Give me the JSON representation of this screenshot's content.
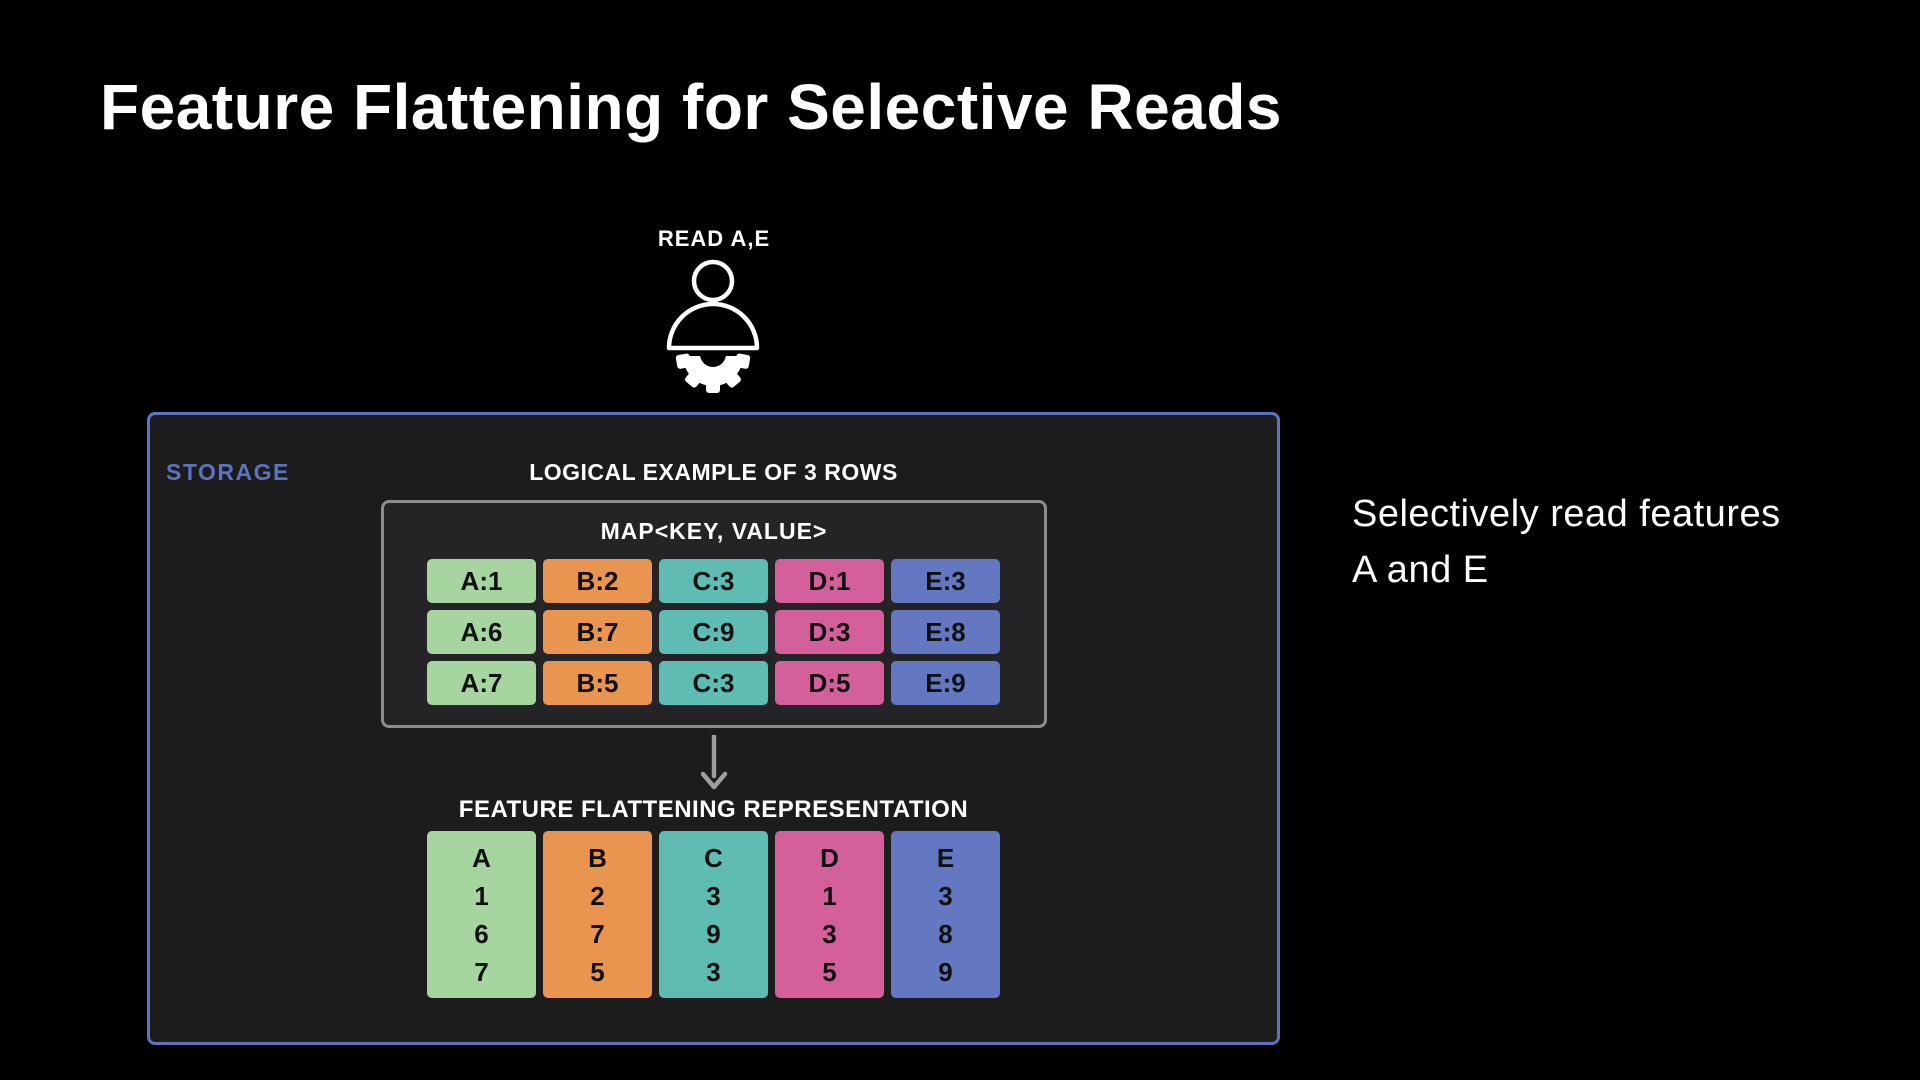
{
  "slide": {
    "title": "Feature Flattening for Selective Reads",
    "side_note": {
      "line1": "Selectively read features",
      "line2": "A and E"
    }
  },
  "reader": {
    "label": "READ A,E",
    "icon": "person-gear-icon"
  },
  "storage": {
    "label": "STORAGE",
    "logical_heading": "LOGICAL EXAMPLE OF 3 ROWS",
    "map_box": {
      "title": "MAP<KEY, VALUE>",
      "rows": [
        [
          "A:1",
          "B:2",
          "C:3",
          "D:1",
          "E:3"
        ],
        [
          "A:6",
          "B:7",
          "C:9",
          "D:3",
          "E:8"
        ],
        [
          "A:7",
          "B:5",
          "C:3",
          "D:5",
          "E:9"
        ]
      ]
    },
    "flattened_heading": "FEATURE FLATTENING REPRESENTATION",
    "columns": [
      {
        "key": "A",
        "values": [
          "1",
          "6",
          "7"
        ]
      },
      {
        "key": "B",
        "values": [
          "2",
          "7",
          "5"
        ]
      },
      {
        "key": "C",
        "values": [
          "3",
          "9",
          "3"
        ]
      },
      {
        "key": "D",
        "values": [
          "1",
          "3",
          "5"
        ]
      },
      {
        "key": "E",
        "values": [
          "3",
          "8",
          "9"
        ]
      }
    ]
  },
  "colors": {
    "feature_a": "#a7d5a0",
    "feature_b": "#e9954f",
    "feature_c": "#5fbcb2",
    "feature_d": "#d4609b",
    "feature_e": "#6378c1",
    "storage_accent": "#5c73c1",
    "map_border": "#8c8c8c",
    "arrow": "#9e9e9e",
    "cell_text": "#111111",
    "page_background": "#000000",
    "storage_background": "#1c1c1d",
    "map_background": "#242426"
  }
}
